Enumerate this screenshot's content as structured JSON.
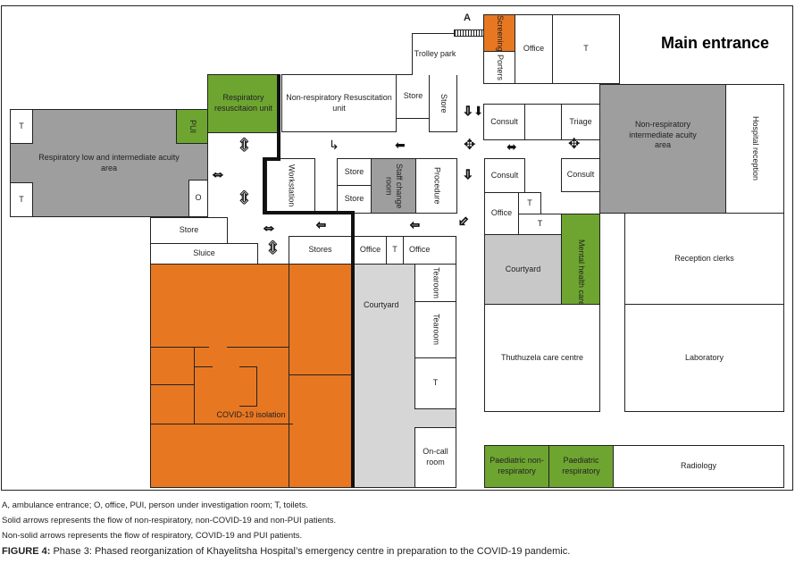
{
  "rooms": {
    "t1": "T",
    "t2": "T",
    "resp_low": "Respiratory low and intermediate acuity area",
    "pui": "PUI",
    "o": "O",
    "resp_resus": "Respiratory resuscitaion unit",
    "nonresp_resus": "Non-respiratory Resuscitation unit",
    "store1": "Store",
    "store2": "Store",
    "trolley": "Trolley park",
    "ambulance": "A",
    "screening": "Screening",
    "porters": "Porters",
    "office_top": "Office",
    "t_top": "T",
    "main_entrance": "Main entrance",
    "consult1": "Consult",
    "triage": "Triage",
    "nonresp_int": "Non-respiratory intermediate acuity area",
    "hospital_reception": "Hospital reception",
    "consult2": "Consult",
    "consult3": "Consult",
    "office_mid": "Office",
    "t_mid1": "T",
    "t_mid2": "T",
    "mental": "Mental health care",
    "courtyard_right": "Courtyard",
    "thuthuzela": "Thuthuzela care centre",
    "reception_clerks": "Reception clerks",
    "laboratory": "Laboratory",
    "paed_nonresp": "Paediatric non-respiratory",
    "paed_resp": "Paediatric respiratory",
    "radiology": "Radiology",
    "workstation": "Workstation",
    "store3": "Store",
    "store4": "Store",
    "staff_change": "Staff change room",
    "procedure": "Procedure",
    "store_left": "Store",
    "sluice": "Sluice",
    "stores": "Stores",
    "office_b1": "Office",
    "t_b": "T",
    "office_b2": "Office",
    "covid": "COVID-19 isolation",
    "courtyard_left": "Courtyard",
    "tearoom1": "Tearoom",
    "tearoom2": "Tearoom",
    "t_b2": "T",
    "oncall": "On-call room"
  },
  "captions": [
    "A, ambulance entrance; O, office, PUI, person under investigation room; T, toilets.",
    "Solid arrows represents the flow of non-respiratory, non-COVID-19 and non-PUI patients.",
    "Non-solid arrows represents the flow of respiratory, COVID-19 and PUI patients."
  ],
  "figure": {
    "label": "FIGURE 4:",
    "text": " Phase 3: Phased reorganization of Khayelitsha Hospital’s emergency centre in preparation to the COVID-19 pandemic."
  },
  "colors": {
    "covid": "#e87722",
    "green": "#6ea531",
    "gray": "#9e9e9e",
    "light_gray": "#d6d6d6"
  }
}
